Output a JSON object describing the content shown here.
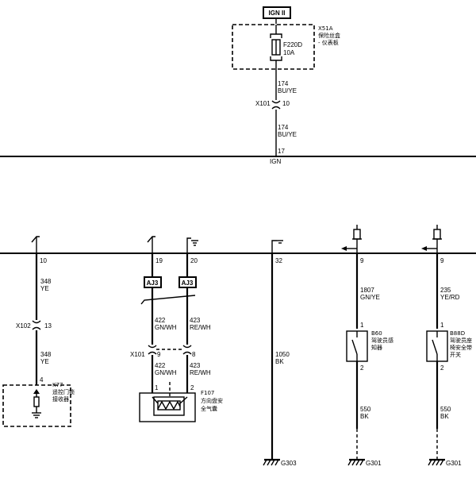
{
  "top": {
    "ign_label": "IGN II",
    "fuse_block_id": "X51A",
    "fuse_block_name_1": "保险丝盒",
    "fuse_block_name_2": "- 仪表板",
    "fuse_id": "F220D",
    "fuse_rating": "10A",
    "wire_upper_num": "174",
    "wire_upper_color": "BU/YE",
    "connector": "X101",
    "connector_pin": "10",
    "wire_lower_num": "174",
    "wire_lower_color": "BU/YE",
    "bus_pin": "17",
    "bus_label": "IGN"
  },
  "col1": {
    "pin_top": "10",
    "wire1_num": "348",
    "wire1_color": "YE",
    "connector": "X102",
    "connector_pin": "13",
    "wire2_num": "348",
    "wire2_color": "YE",
    "module_pin": "4",
    "module_id": "K77",
    "module_name_1": "遥控门锁",
    "module_name_2": "接收器"
  },
  "col2": {
    "pin_left": "19",
    "pin_right": "20",
    "aj_left": "AJ3",
    "aj_right": "AJ3",
    "wire_left_num": "422",
    "wire_left_color": "GN/WH",
    "wire_right_num": "423",
    "wire_right_color": "RE/WH",
    "connector": "X101",
    "conn_pin_left": "9",
    "conn_pin_right": "8",
    "wire_left2_num": "422",
    "wire_left2_color": "GN/WH",
    "wire_right2_num": "423",
    "wire_right2_color": "RE/WH",
    "pin_a": "1",
    "pin_b": "2",
    "module_id": "F107",
    "module_name_1": "方向盘安",
    "module_name_2": "全气囊"
  },
  "col3": {
    "pin_top": "32",
    "wire_num": "1050",
    "wire_color": "BK",
    "ground": "G303"
  },
  "col4": {
    "pin_top": "9",
    "wire_num": "1807",
    "wire_color": "GN/YE",
    "switch_pin_top": "1",
    "switch_pin_bottom": "2",
    "switch_id": "B60",
    "switch_name_1": "驾驶员感",
    "switch_name_2": "知器",
    "wire2_num": "550",
    "wire2_color": "BK",
    "ground": "G301"
  },
  "col5": {
    "pin_top": "9",
    "wire_num": "235",
    "wire_color": "YE/RD",
    "switch_pin_top": "1",
    "switch_pin_bottom": "2",
    "switch_id": "B88D",
    "switch_name_1": "驾驶员座",
    "switch_name_2": "椅安全带",
    "switch_name_3": "开关",
    "wire2_num": "550",
    "wire2_color": "BK",
    "ground": "G301"
  }
}
